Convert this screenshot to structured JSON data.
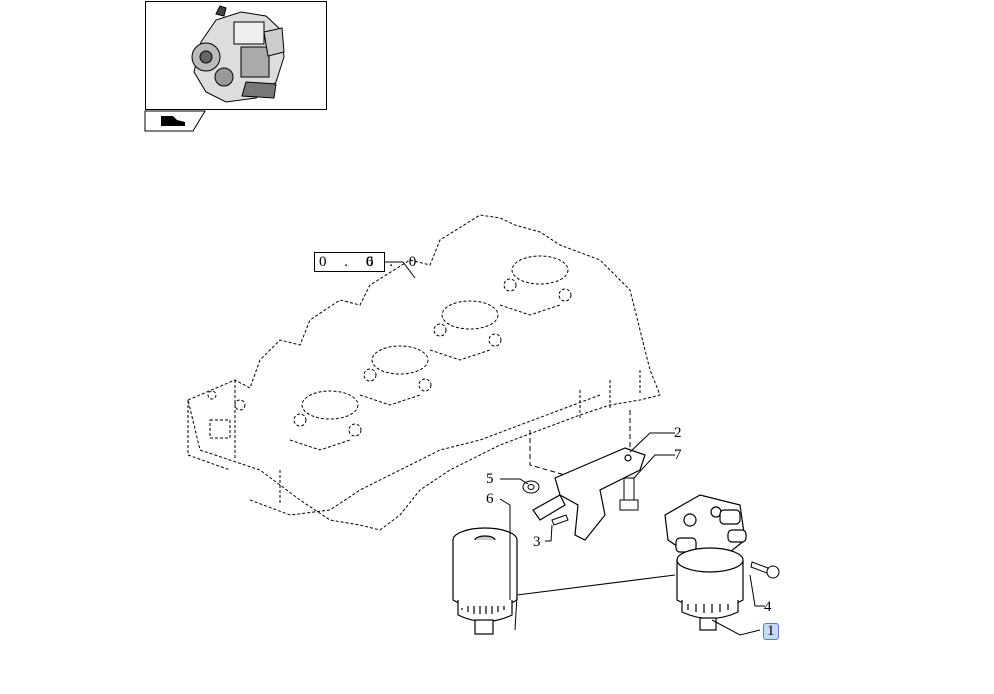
{
  "diagram": {
    "reference_code": "0 . 0",
    "reference_suffix": "6 . 0",
    "callouts": [
      {
        "id": "1",
        "label": "1",
        "highlighted": true
      },
      {
        "id": "2",
        "label": "2"
      },
      {
        "id": "3",
        "label": "3"
      },
      {
        "id": "4",
        "label": "4"
      },
      {
        "id": "5",
        "label": "5"
      },
      {
        "id": "6",
        "label": "6"
      },
      {
        "id": "7",
        "label": "7"
      }
    ]
  },
  "thumbnail": {
    "icon": "engine-icon"
  },
  "navigation": {
    "icon": "page-nav-icon"
  },
  "colors": {
    "highlight": "#c9d9f5",
    "highlight_border": "#5a7fc8",
    "line": "#000000"
  }
}
